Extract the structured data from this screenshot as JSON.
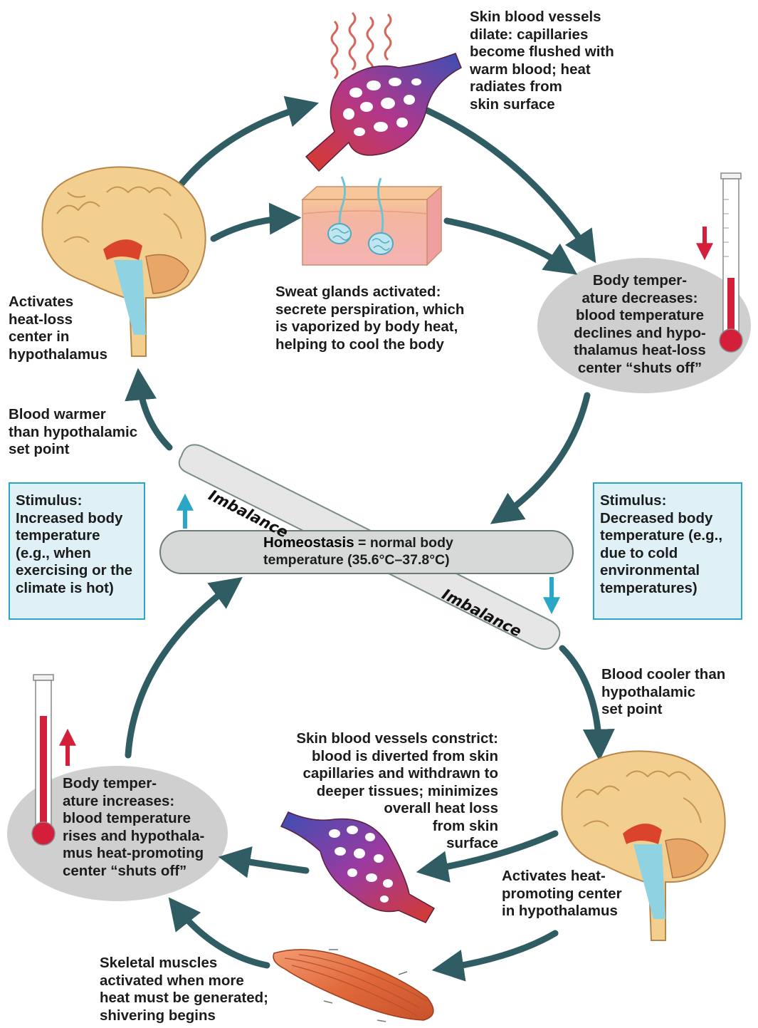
{
  "homeostasis": {
    "key": "Homeostasis",
    "equals": "= normal body",
    "value_line2": "temperature (35.6°C–37.8°C)"
  },
  "imbalance": {
    "upper": "Imbalance",
    "lower": "Imbalance"
  },
  "stimulus_hot": "Stimulus:\nIncreased body\ntemperature\n(e.g., when\nexercising or the\nclimate is hot)",
  "stimulus_cold": "Stimulus:\nDecreased body\ntemperature (e.g.,\ndue to cold\nenvironmental\ntemperatures)",
  "blood_warmer": "Blood warmer\nthan hypothalamic\nset point",
  "blood_cooler": "Blood cooler than\nhypothalamic\nset point",
  "heat_loss_center": "Activates\nheat-loss\ncenter in\nhypothalamus",
  "heat_promoting_center": "Activates heat-\npromoting center\nin hypothalamus",
  "vessels_dilate": "Skin blood vessels\ndilate: capillaries\nbecome flushed with\nwarm blood; heat\nradiates from\nskin surface",
  "sweat_glands": "Sweat glands activated:\nsecrete perspiration, which\nis vaporized by body heat,\nhelping to cool the body",
  "temp_decreases": "Body temper-\nature decreases:\nblood temperature\ndeclines and hypo-\nthalamus heat-loss\ncenter “shuts off”",
  "vessels_constrict": "Skin blood vessels constrict:\nblood is diverted from skin\ncapillaries and withdrawn to\ndeeper tissues; minimizes\noverall heat loss\nfrom skin\nsurface",
  "temp_increases": "Body temper-\nature increases:\nblood temperature\nrises and hypothala-\nmus heat-promoting\ncenter “shuts off”",
  "skeletal_muscles": "Skeletal muscles\nactivated when more\nheat must be generated;\nshivering begins",
  "colors": {
    "arrow": "#2f5d63",
    "stimulus_arrow": "#2aa6c6",
    "box_border": "#2aa6c6",
    "box_fill": "#dff1f7",
    "oval_fill": "#cfcfcf",
    "thermo_red": "#d41f3a",
    "brain": "#f2cf8e",
    "muscle": "#e0693a",
    "skin": "#f4b3b3"
  },
  "icons": [
    "brain-icon",
    "dilated-vessel-icon",
    "sweat-gland-icon",
    "thermometer-icon",
    "constricted-vessel-icon",
    "skeletal-muscle-icon",
    "heat-waves-icon",
    "down-arrow-icon",
    "up-arrow-icon"
  ]
}
